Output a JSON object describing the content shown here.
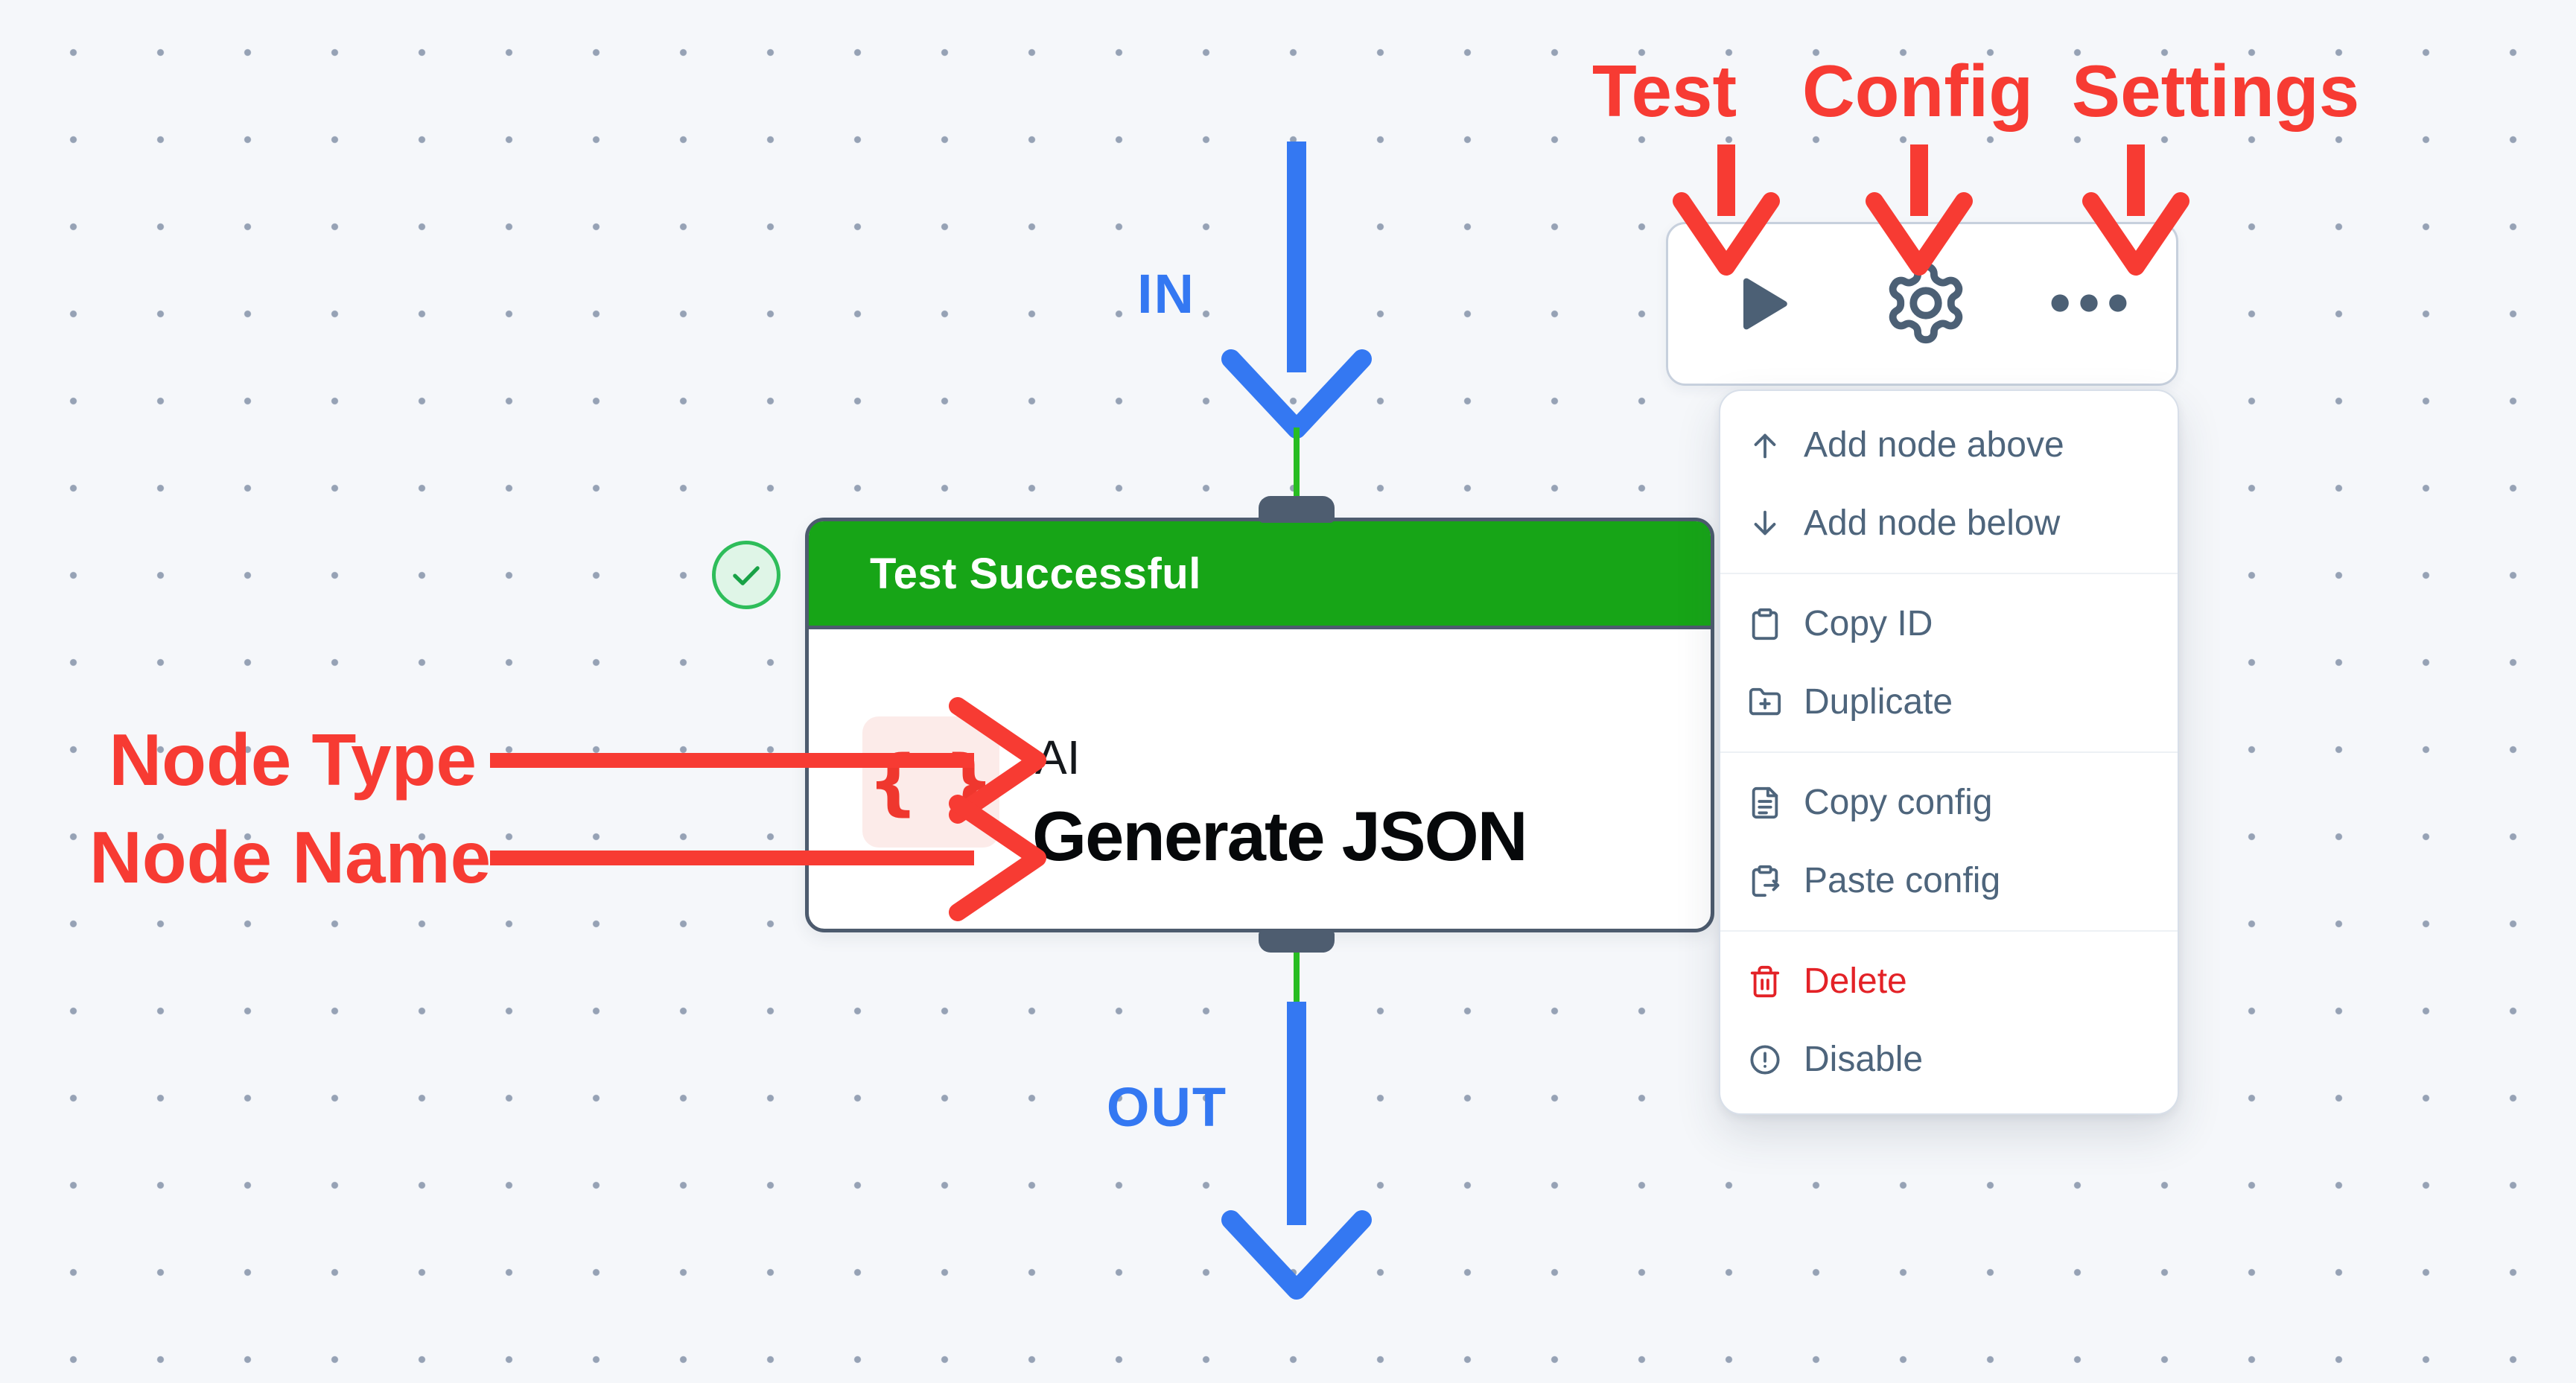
{
  "edge": {
    "in_label": "IN",
    "out_label": "OUT",
    "arrow_color": "#3478f2",
    "wire_color": "#28bd22"
  },
  "node": {
    "status_banner": "Test Successful",
    "banner_color": "#17a517",
    "type_icon_glyph": "{ }",
    "type_label": "AI",
    "name": "Generate JSON",
    "border_color": "#4d5b6e"
  },
  "toolbar": {
    "buttons": [
      {
        "name": "test",
        "icon": "play-icon"
      },
      {
        "name": "config",
        "icon": "gear-icon"
      },
      {
        "name": "settings",
        "icon": "ellipsis-icon"
      }
    ]
  },
  "context_menu": {
    "items": [
      {
        "label": "Add node above",
        "icon": "arrow-up-icon"
      },
      {
        "label": "Add node below",
        "icon": "arrow-down-icon"
      },
      {
        "label": "Copy ID",
        "icon": "clipboard-icon"
      },
      {
        "label": "Duplicate",
        "icon": "folder-plus-icon"
      },
      {
        "label": "Copy config",
        "icon": "file-text-icon"
      },
      {
        "label": "Paste config",
        "icon": "clipboard-paste-icon"
      },
      {
        "label": "Delete",
        "icon": "trash-icon",
        "danger": true
      },
      {
        "label": "Disable",
        "icon": "alert-circle-icon"
      }
    ]
  },
  "annotations": {
    "test": "Test",
    "config": "Config",
    "settings": "Settings",
    "node_type": "Node Type",
    "node_name": "Node Name",
    "color": "#f73b33"
  }
}
